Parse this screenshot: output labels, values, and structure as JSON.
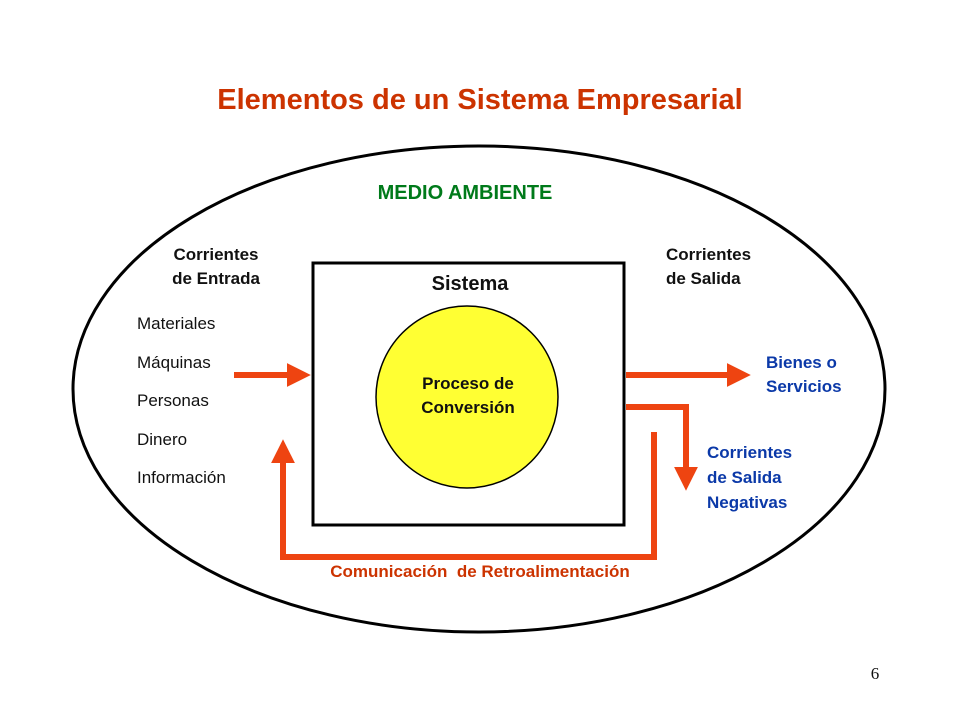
{
  "title": "Elementos de un Sistema Empresarial",
  "environment_label": "MEDIO AMBIENTE",
  "input_streams": {
    "line1": "Corrientes",
    "line2": "de Entrada"
  },
  "output_streams": {
    "line1": "Corrientes",
    "line2": "de Salida"
  },
  "system_label": "Sistema",
  "process": {
    "line1": "Proceso de",
    "line2": "Conversión"
  },
  "inputs": [
    "Materiales",
    "Máquinas",
    "Personas",
    "Dinero",
    "Información"
  ],
  "goods_output": {
    "line1": "Bienes o",
    "line2": "Servicios"
  },
  "negative_output": {
    "line1": "Corrientes",
    "line2": "de Salida",
    "line3": "Negativas"
  },
  "feedback_label": "Comunicación  de Retroalimentación",
  "page_number": "6",
  "colors": {
    "title": "#cc3300",
    "environment": "#007a1a",
    "arrows": "#ee4411",
    "process_fill": "#ffff33",
    "outputs_text": "#0b39a8"
  }
}
